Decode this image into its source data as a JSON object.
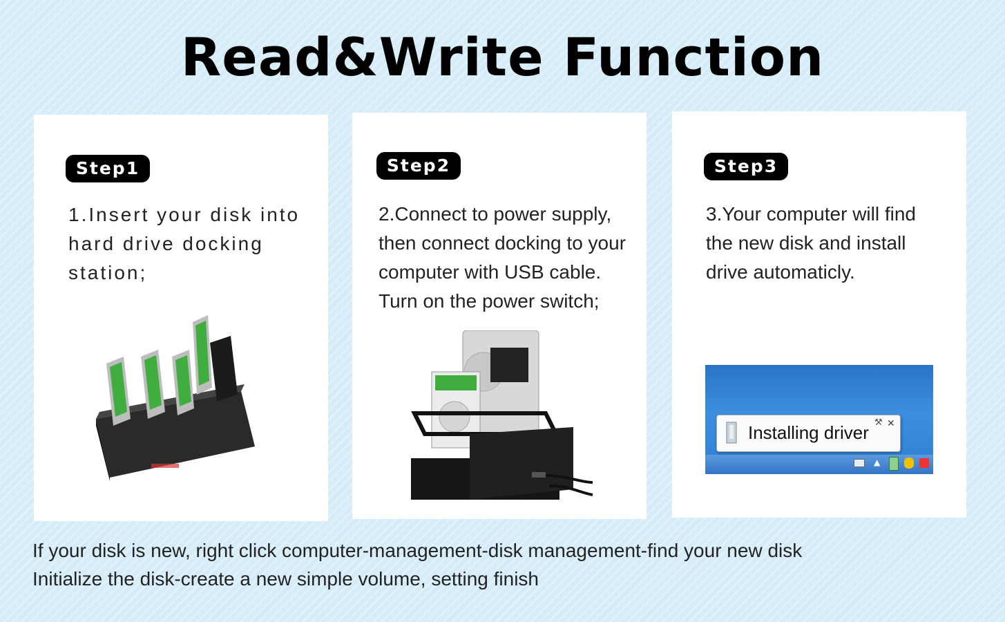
{
  "title": "Read&Write Function",
  "steps": [
    {
      "label": "Step1",
      "lines": [
        "1.Insert your disk into",
        "hard drive docking",
        "station;"
      ]
    },
    {
      "label": "Step2",
      "lines": [
        "2.Connect to power supply,",
        "then connect docking to your",
        "computer with USB cable.",
        "Turn on the power switch;"
      ]
    },
    {
      "label": "Step3",
      "lines": [
        "3.Your computer will find",
        "the new disk and install",
        "drive automaticly."
      ]
    }
  ],
  "notification": {
    "text": "Installing driver"
  },
  "footer": {
    "line1": "If your disk is new, right click computer-management-disk management-find your new disk",
    "line2": "Initialize the disk-create a new simple volume, setting finish"
  },
  "colors": {
    "background": "#d6ecf8",
    "card": "#ffffff",
    "pill": "#000000",
    "drive_label_green": "#3fae3f",
    "desktop_blue": "#2b74c9"
  }
}
